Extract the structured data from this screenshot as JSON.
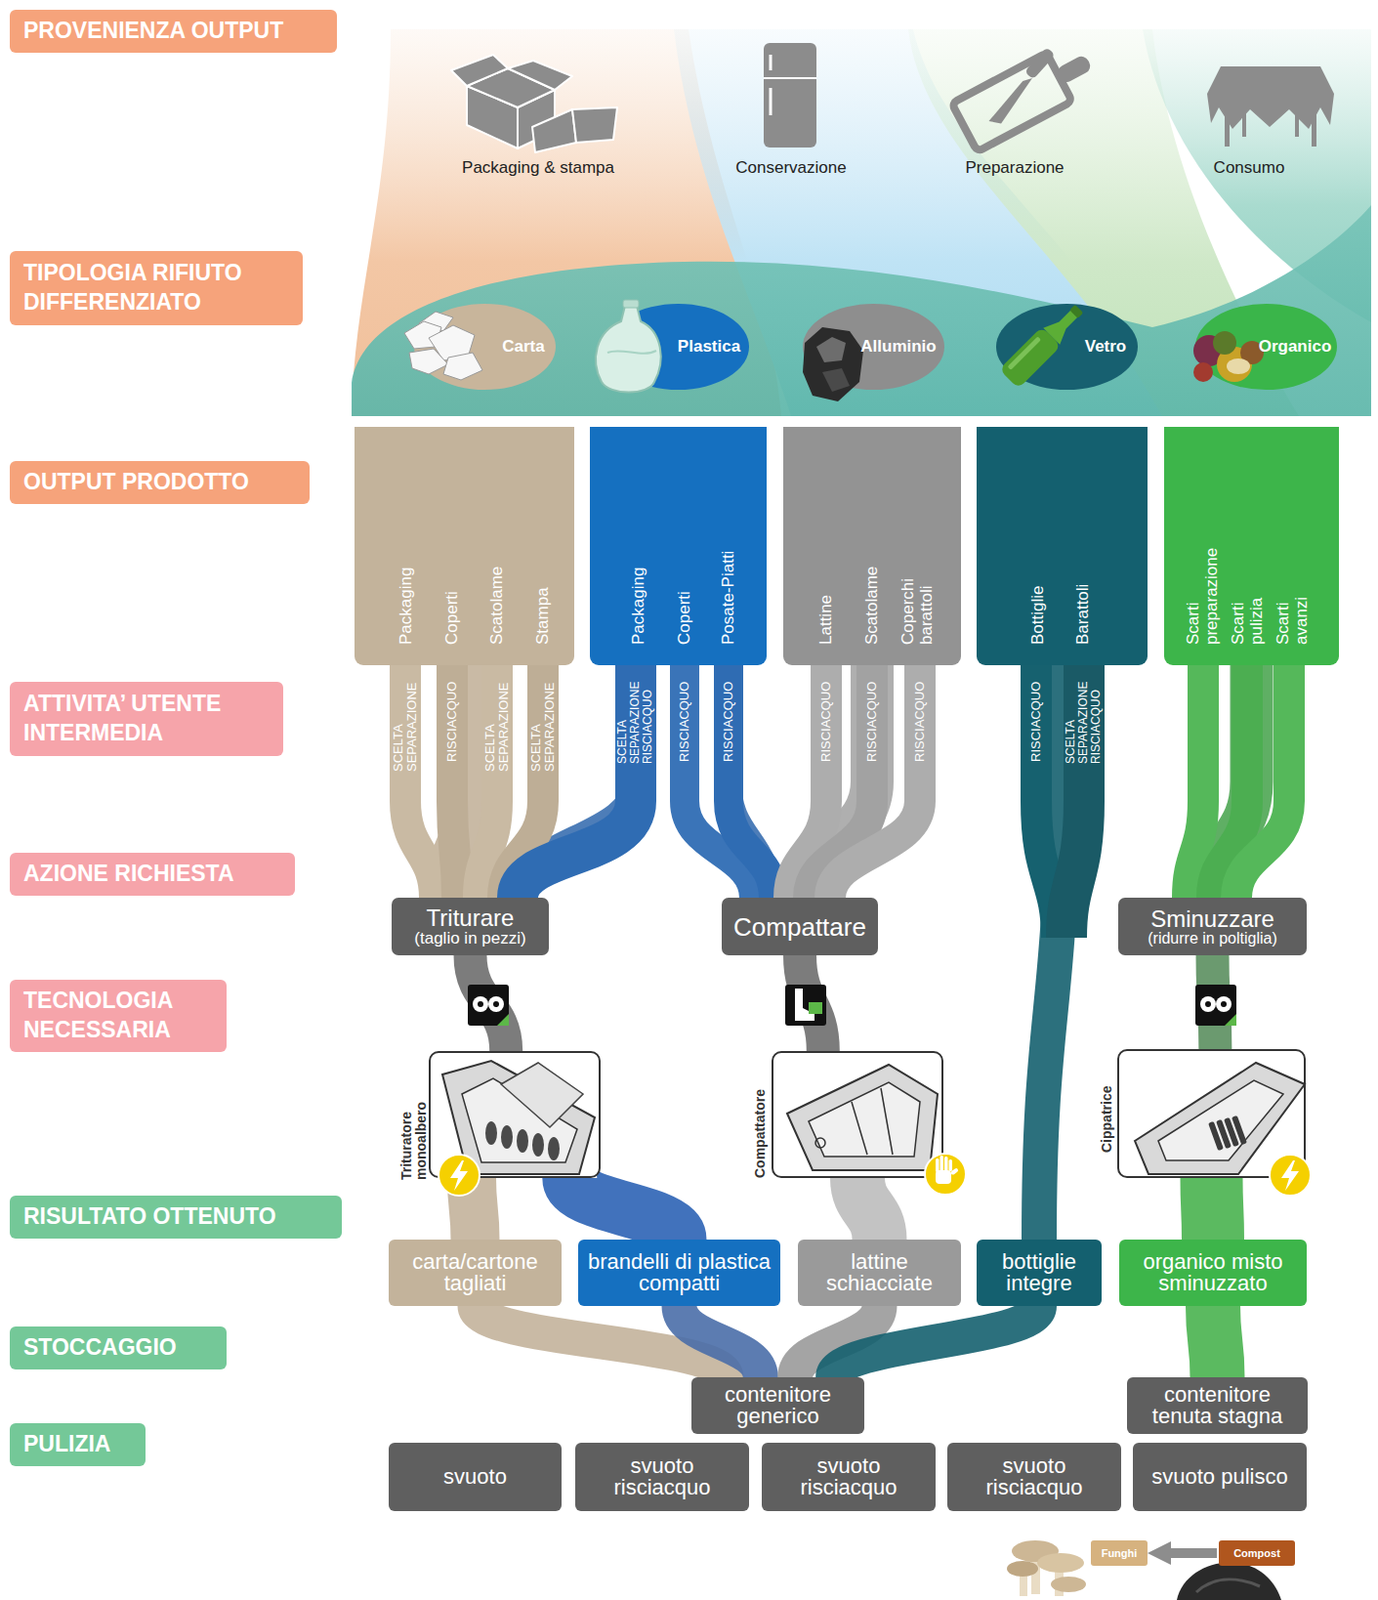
{
  "diagram": {
    "nodes": [
      {
        "text": [
          "PROVENIENZA OUTPUT"
        ]
      },
      {
        "text": [
          "TIPOLOGIA RIFIUTO DIFFERENZIATO"
        ]
      },
      {
        "text": [
          "OUTPUT PRODOTTO"
        ]
      },
      {
        "text": [
          "ATTIVITA’ UTENTE INTERMEDIA"
        ]
      },
      {
        "text": [
          "AZIONE RICHIESTA"
        ]
      },
      {
        "text": [
          "TECNOLOGIA NECESSARIA"
        ]
      },
      {
        "text": [
          "RISULTATO OTTENUTO"
        ]
      },
      {
        "text": [
          "STOCCAGGIO"
        ]
      },
      {
        "text": [
          "PULIZIA"
        ]
      },
      {
        "text": [
          "Carta"
        ]
      },
      {
        "text": [
          "Plastica"
        ]
      },
      {
        "text": [
          "Alluminio"
        ]
      },
      {
        "text": [
          "Vetro"
        ]
      },
      {
        "text": [
          "Organico"
        ]
      },
      {
        "text": [
          "Packaging",
          "Coperti",
          "Scatolame",
          "Stampa"
        ]
      },
      {
        "text": [
          "Packaging",
          "Coperti",
          "Posate-Piatti"
        ]
      },
      {
        "text": [
          "Lattine",
          "Scatolame",
          "Coperchi barattoli"
        ]
      },
      {
        "text": [
          "Bottiglie",
          "Barattoli"
        ]
      },
      {
        "text": [
          "Scarti preparazione",
          "Scarti pulizia",
          "Scarti avanzi"
        ]
      },
      {
        "text": [
          "Triturare",
          "(taglio in pezzi)"
        ]
      },
      {
        "text": [
          "Compattare"
        ]
      },
      {
        "text": [
          "Sminuzzare",
          "(ridurre in poltiglia)"
        ]
      },
      {
        "text": [
          "Trituratore monoalbero"
        ]
      },
      {
        "text": [
          "Compattatore"
        ]
      },
      {
        "text": [
          "Cippatrice"
        ]
      },
      {
        "text": [
          "carta/cartone tagliati"
        ]
      },
      {
        "text": [
          "brandelli di plastica compatti"
        ]
      },
      {
        "text": [
          "lattine schiacciate"
        ]
      },
      {
        "text": [
          "bottiglie integre"
        ]
      },
      {
        "text": [
          "organico misto sminuzzato"
        ]
      },
      {
        "text": [
          "contenitore generico"
        ]
      },
      {
        "text": [
          "contenitore tenuta stagna"
        ]
      },
      {
        "text": [
          "svuoto"
        ]
      },
      {
        "text": [
          "svuoto risciacquo"
        ]
      },
      {
        "text": [
          "svuoto risciacquo"
        ]
      },
      {
        "text": [
          "svuoto risciacquo"
        ]
      },
      {
        "text": [
          "svuoto pulisco"
        ]
      },
      {
        "text": [
          "Funghi"
        ]
      },
      {
        "text": [
          "Compost"
        ]
      }
    ],
    "edges": [
      {
        "from": 14,
        "to": 19,
        "arrow": "none"
      },
      {
        "from": 15,
        "to": 19,
        "arrow": "none"
      },
      {
        "from": 15,
        "to": 20,
        "arrow": "none"
      },
      {
        "from": 16,
        "to": 20,
        "arrow": "none"
      },
      {
        "from": 17,
        "to": 28,
        "arrow": "none"
      },
      {
        "from": 18,
        "to": 21,
        "arrow": "none"
      },
      {
        "from": 19,
        "to": 22,
        "arrow": "none"
      },
      {
        "from": 20,
        "to": 23,
        "arrow": "none"
      },
      {
        "from": 21,
        "to": 24,
        "arrow": "none"
      },
      {
        "from": 22,
        "to": 25,
        "arrow": "none"
      },
      {
        "from": 22,
        "to": 26,
        "arrow": "none"
      },
      {
        "from": 23,
        "to": 27,
        "arrow": "none"
      },
      {
        "from": 24,
        "to": 29,
        "arrow": "none"
      },
      {
        "from": 25,
        "to": 30,
        "arrow": "none"
      },
      {
        "from": 26,
        "to": 30,
        "arrow": "none"
      },
      {
        "from": 27,
        "to": 30,
        "arrow": "none"
      },
      {
        "from": 28,
        "to": 30,
        "arrow": "none"
      },
      {
        "from": 29,
        "to": 31,
        "arrow": "none"
      },
      {
        "from": 38,
        "to": 37,
        "arrow": "to"
      }
    ],
    "labels": [
      "Packaging & stampa",
      "Conservazione",
      "Preparazione",
      "Consumo",
      "SCELTA SEPARAZIONE",
      "RISCIACQUO",
      "SCELTA SEPARAZIONE",
      "SCELTA SEPARAZIONE",
      "SCELTA SEPARAZIONE RISCIACQUO",
      "RISCIACQUO",
      "RISCIACQUO",
      "RISCIACQUO",
      "RISCIACQUO",
      "RISCIACQUO",
      "RISCIACQUO",
      "SCELTA SEPARAZIONE RISCIACQUO"
    ]
  }
}
